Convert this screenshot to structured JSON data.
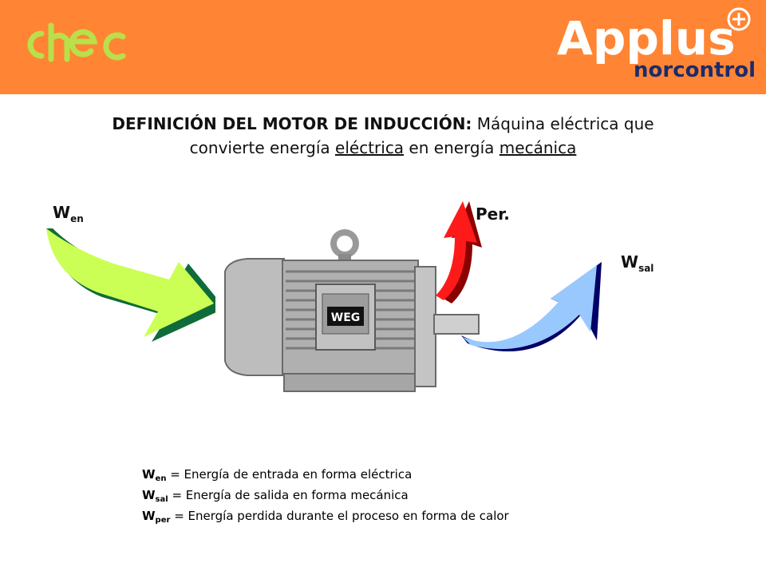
{
  "header": {
    "left_logo": "chec",
    "right_logo_main": "Applus",
    "right_logo_sub": "norcontrol",
    "right_logo_icon": "plus-circle-icon"
  },
  "title": {
    "bold": "DEFINICIÓN DEL MOTOR DE INDUCCIÓN:",
    "text1": " Máquina eléctrica que",
    "text2": "convierte energía ",
    "u1": "eléctrica",
    "text3": " en energía ",
    "u2": "mecánica"
  },
  "labels": {
    "wen_main": "W",
    "wen_sub": "en",
    "per": "Per.",
    "wsal_main": "W",
    "wsal_sub": "sal"
  },
  "motor": {
    "brand": "WEG"
  },
  "legend": [
    {
      "main": "W",
      "sub": "en",
      "text": " = Energía de entrada en forma eléctrica"
    },
    {
      "main": "W",
      "sub": "sal",
      "text": " = Energía de salida en forma mecánica"
    },
    {
      "main": "W",
      "sub": "per",
      "text": " = Energía perdida durante el proceso en forma de calor"
    }
  ],
  "colors": {
    "header": "#ff8534",
    "input_arrow": "#ccff55",
    "input_arrow_shadow": "#0f6b3a",
    "loss_arrow": "#ff1a1a",
    "loss_arrow_shadow": "#8b0000",
    "output_arrow": "#99c8ff",
    "output_arrow_shadow": "#000066"
  }
}
